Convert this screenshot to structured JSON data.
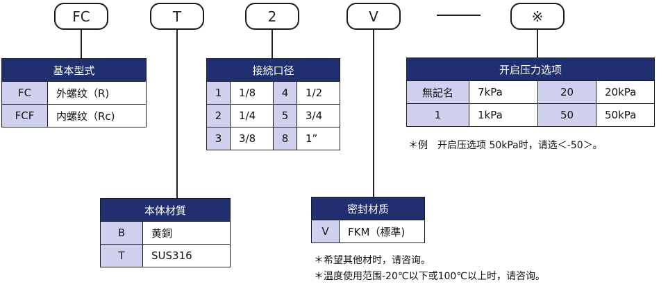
{
  "codes": [
    "FC",
    "T",
    "2",
    "V",
    "※"
  ],
  "dash": "—",
  "base_type": {
    "title": "基本型式",
    "rows": [
      {
        "code": "FC",
        "desc": "外螺纹（R)"
      },
      {
        "code": "FCF",
        "desc": "内螺纹（Rc)"
      }
    ]
  },
  "port_size": {
    "title": "接続口径",
    "rows": [
      [
        {
          "code": "1",
          "size": "1/8"
        },
        {
          "code": "4",
          "size": "1/2"
        }
      ],
      [
        {
          "code": "2",
          "size": "1/4"
        },
        {
          "code": "5",
          "size": "3/4"
        }
      ],
      [
        {
          "code": "3",
          "size": "3/8"
        },
        {
          "code": "8",
          "size": "1”"
        }
      ]
    ]
  },
  "cracking_pressure": {
    "title": "开启压力选项",
    "rows": [
      [
        {
          "code": "無記名",
          "value": "7kPa"
        },
        {
          "code": "20",
          "value": "20kPa"
        }
      ],
      [
        {
          "code": "1",
          "value": "1kPa"
        },
        {
          "code": "50",
          "value": "50kPa"
        }
      ]
    ],
    "note": "＊例　开启压选项 50kPa时，请选＜-50＞。"
  },
  "body_material": {
    "title": "本体材質",
    "rows": [
      {
        "code": "B",
        "desc": "黄銅"
      },
      {
        "code": "T",
        "desc": "SUS316"
      }
    ]
  },
  "seal_material": {
    "title": "密封材质",
    "rows": [
      {
        "code": "V",
        "desc": "FKM（標準)"
      }
    ],
    "notes": [
      "＊希望其他材时，请咨询。",
      "＊温度使用范围-20℃以下或100℃以上时，请咨询。"
    ]
  }
}
